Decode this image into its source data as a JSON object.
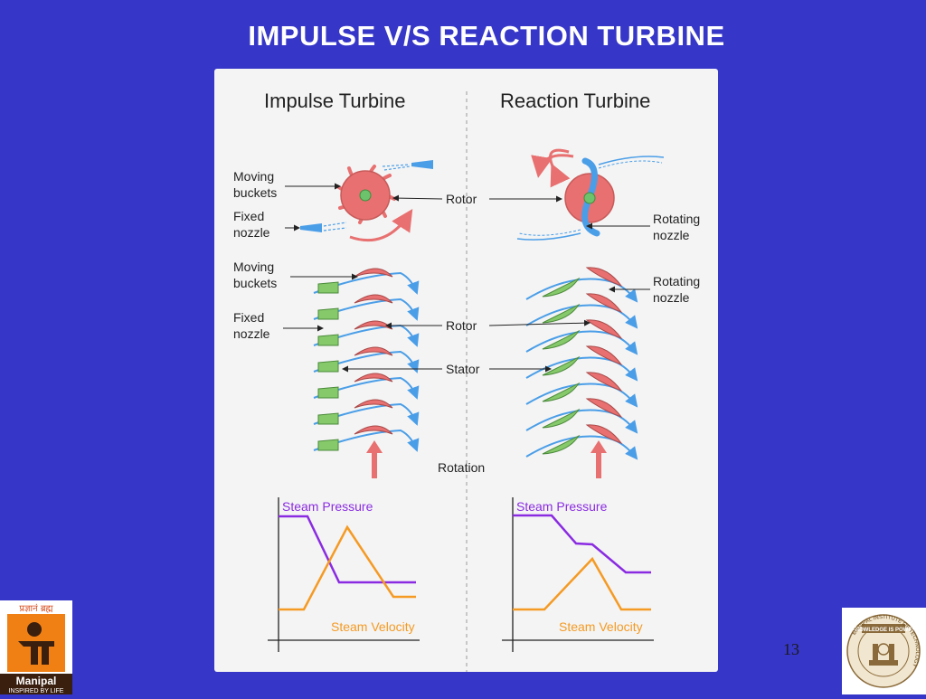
{
  "slide": {
    "title": "IMPULSE V/S REACTION TURBINE",
    "page_number": "13"
  },
  "diagram": {
    "impulse_heading": "Impulse Turbine",
    "reaction_heading": "Reaction Turbine",
    "labels": {
      "moving_buckets_1": "Moving",
      "moving_buckets_2": "buckets",
      "fixed_nozzle_1": "Fixed",
      "fixed_nozzle_2": "nozzle",
      "rotor": "Rotor",
      "rotating_nozzle_1": "Rotating",
      "rotating_nozzle_2": "nozzle",
      "stator": "Stator",
      "rotation": "Rotation"
    },
    "graphs": {
      "impulse": {
        "pressure_label": "Steam Pressure",
        "velocity_label": "Steam Velocity"
      },
      "reaction": {
        "pressure_label": "Steam Pressure",
        "velocity_label": "Steam Velocity"
      }
    },
    "colors": {
      "rotor": "#e87070",
      "hub": "#6cc36c",
      "steam": "#4a9ee8",
      "pressure": "#8a2be2",
      "velocity": "#f59a23",
      "arrow": "#e87070"
    }
  },
  "logos": {
    "left_devanagari": "प्रज्ञानं ब्रह्म",
    "left_name": "Manipal",
    "left_tagline": "INSPIRED BY LIFE",
    "right_motto": "KNOWLEDGE IS POWER",
    "right_ring": "MANIPAL INSTITUTE OF TECHNOLOGY"
  }
}
